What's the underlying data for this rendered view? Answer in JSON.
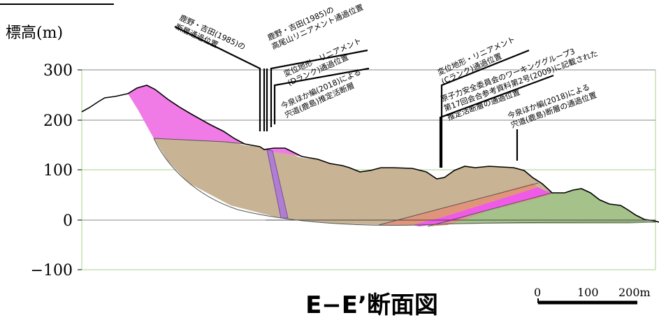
{
  "y_axis_label": "標高(m)",
  "y_ticks": [
    "300",
    "200",
    "100",
    "0",
    "−100"
  ],
  "title": "E−E’断面図",
  "scale_bar": {
    "labels": [
      "0",
      "100",
      "200m"
    ]
  },
  "annotations": {
    "a1": [
      "鹿野・吉田(1985)の",
      "断層通過位置"
    ],
    "a2": [
      "鹿野・吉田(1985)の",
      "高尾山リニアメント通過位置"
    ],
    "a3": [
      "変位地形・リニアメント",
      "(Dランク)通過位置"
    ],
    "a4": [
      "今泉ほか編(2018)による",
      "宍道(鹿島)推定活断層"
    ],
    "a5": [
      "変位地形・リニアメント",
      "(Cランク)通過位置"
    ],
    "a6": [
      "原子力安全委員会のワーキンググループ3",
      "第17回会合参考資料第2号(2009)に記載された",
      "推定活断層の通過位置"
    ],
    "a7": [
      "今泉ほか編(2018)による",
      "宍道(鹿島)断層の通過位置"
    ]
  },
  "colors": {
    "pink_layer": "#f07ae6",
    "tan_layer": "#c8b495",
    "green_layer": "#a4c28a",
    "salmon_band": "#e0957a",
    "magenta_band": "#f05ae8",
    "purple_dike": "#b07ed0",
    "frame_line": "#a9d18e"
  }
}
